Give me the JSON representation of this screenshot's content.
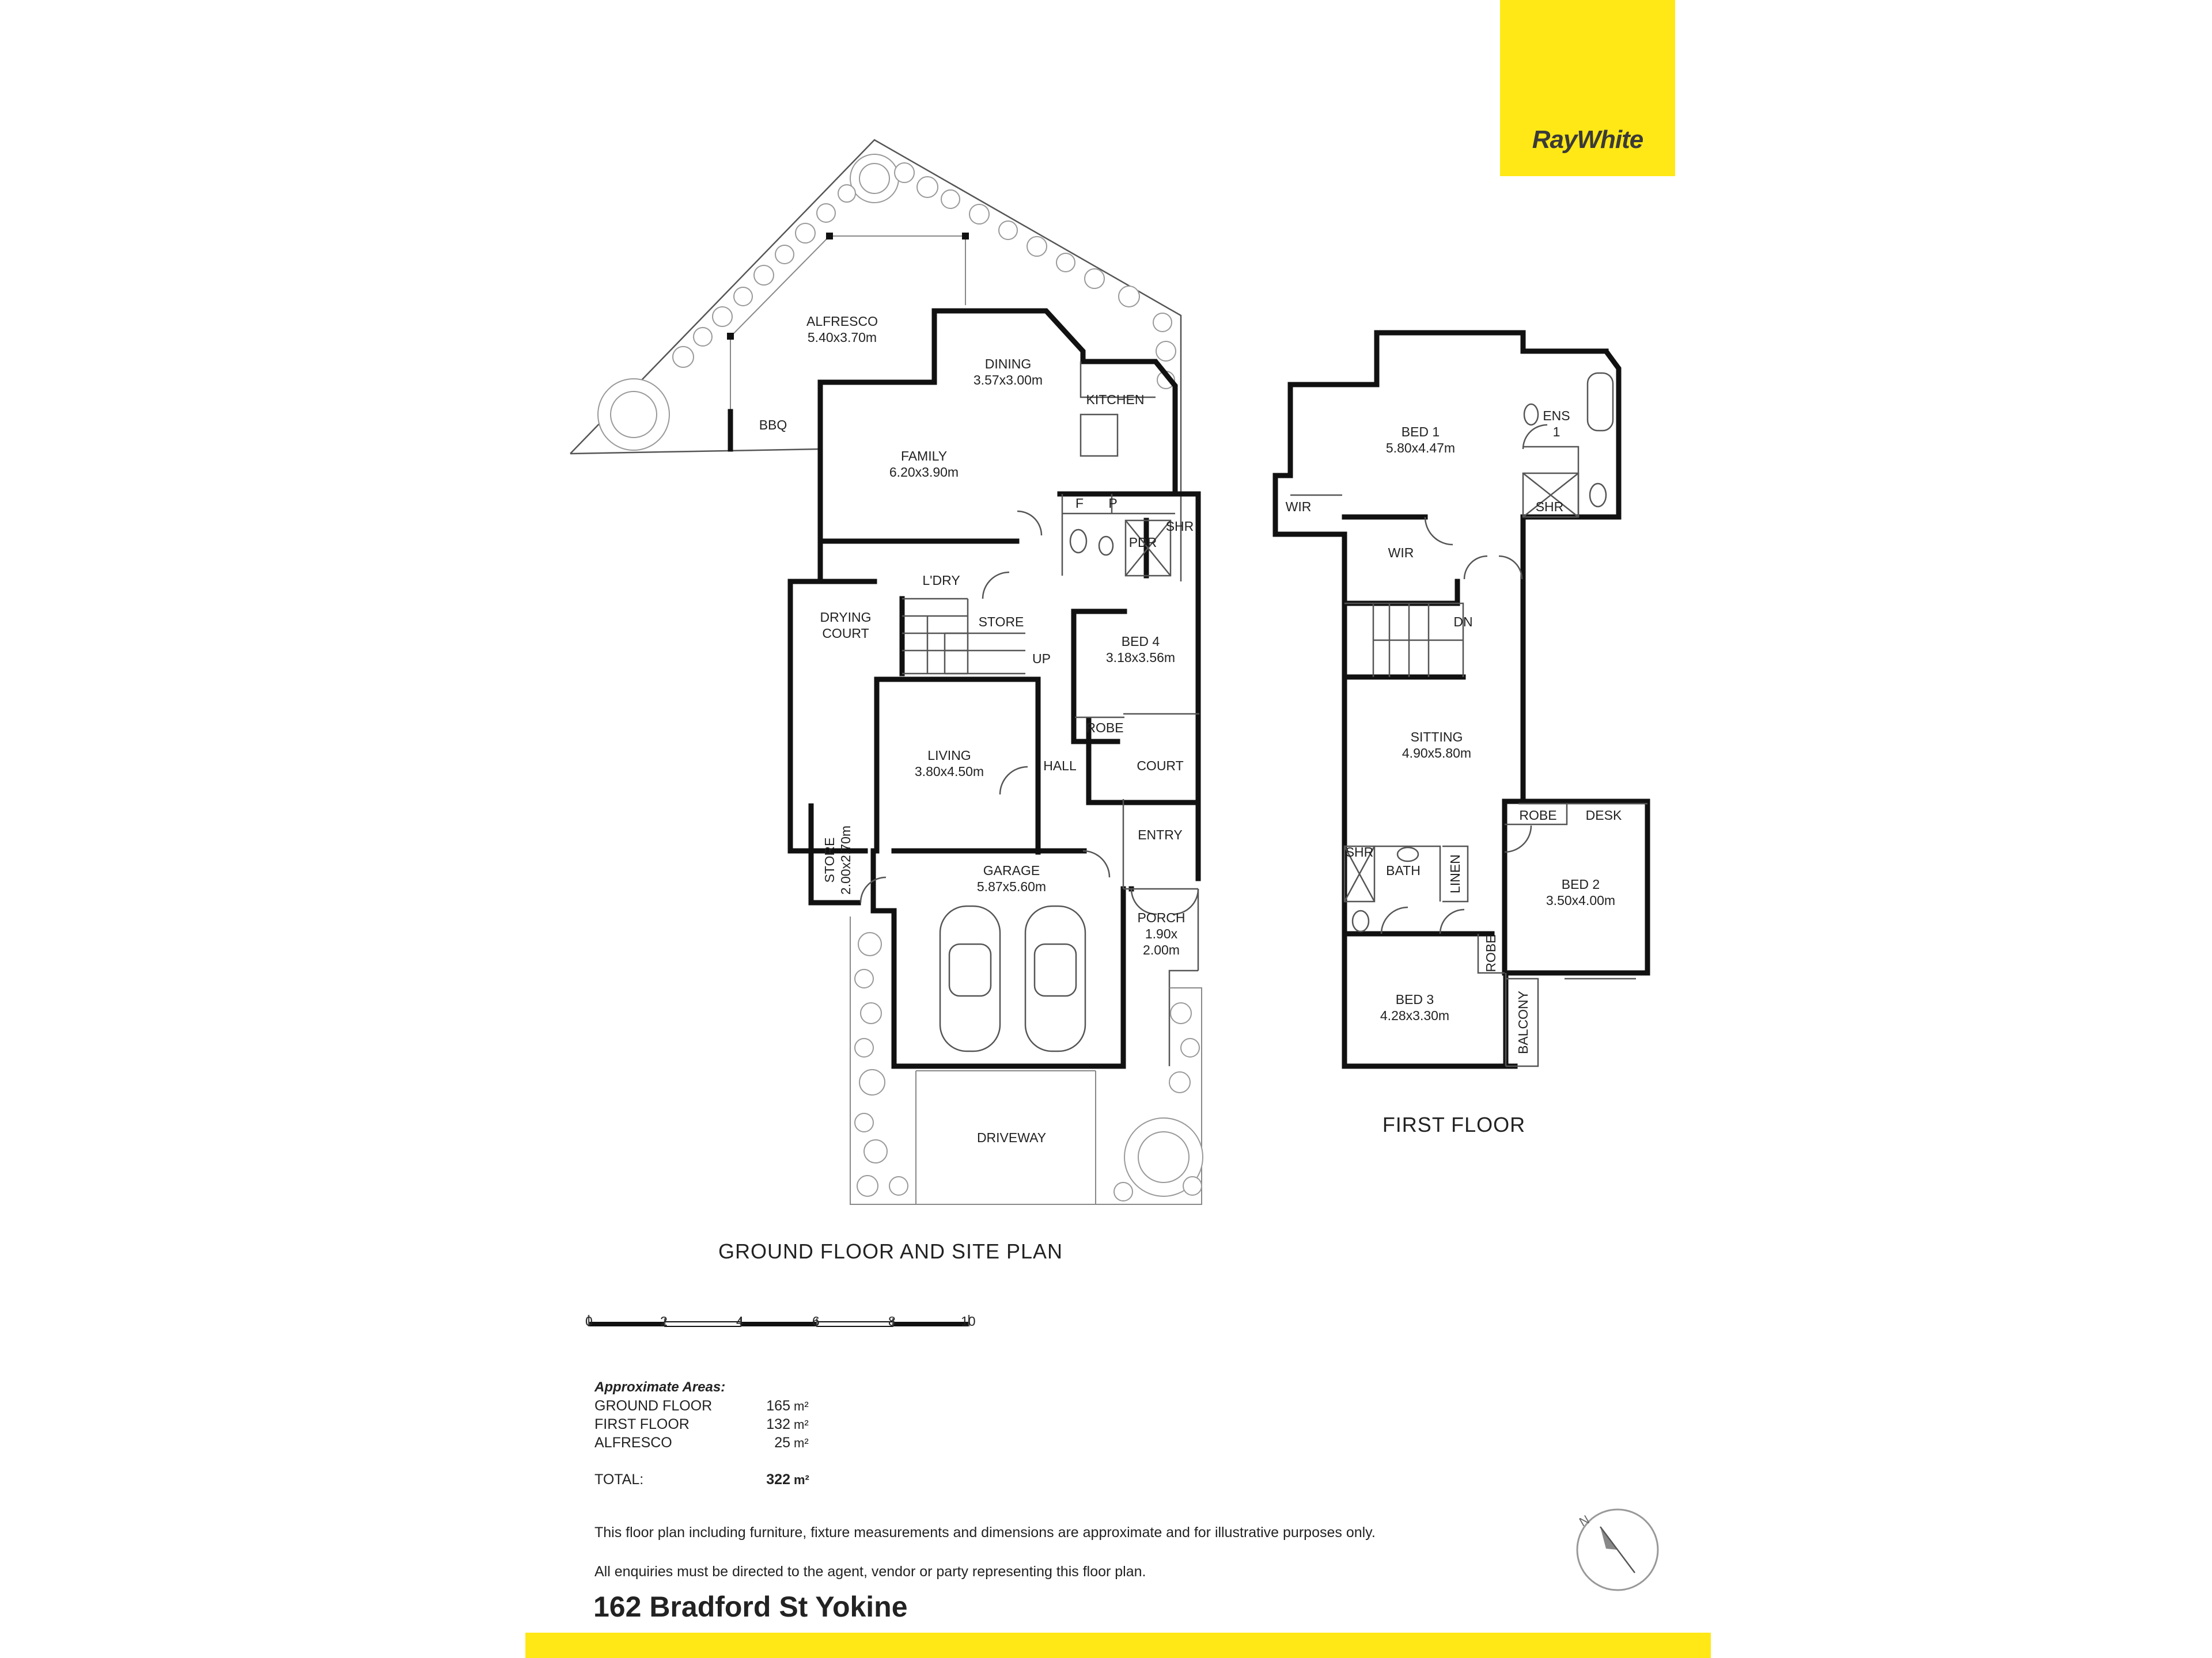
{
  "brand": {
    "logo_text": "RayWhite",
    "accent_color": "#ffe816"
  },
  "plans": {
    "ground_title": "GROUND FLOOR  AND SITE PLAN",
    "first_title": "FIRST FLOOR"
  },
  "ground_rooms": {
    "alfresco": {
      "name": "ALFRESCO",
      "dims": "5.40x3.70m"
    },
    "bbq": "BBQ",
    "dining": {
      "name": "DINING",
      "dims": "3.57x3.00m"
    },
    "kitchen": "KITCHEN",
    "family": {
      "name": "FAMILY",
      "dims": "6.20x3.90m"
    },
    "f": "F",
    "p": "P",
    "pdr": "PDR",
    "shr": "SHR",
    "ldry": "L'DRY",
    "drying_court": {
      "line1": "DRYING",
      "line2": "COURT"
    },
    "store": "STORE",
    "up": "UP",
    "bed4": {
      "name": "BED 4",
      "dims": "3.18x3.56m"
    },
    "robe": "ROBE",
    "living": {
      "name": "LIVING",
      "dims": "3.80x4.50m"
    },
    "hall": "HALL",
    "court": "COURT",
    "entry": "ENTRY",
    "store2": {
      "name": "STORE",
      "dims": "2.00x2.70m"
    },
    "garage": {
      "name": "GARAGE",
      "dims": "5.87x5.60m"
    },
    "porch": {
      "name": "PORCH",
      "dims1": "1.90x",
      "dims2": "2.00m"
    },
    "driveway": "DRIVEWAY"
  },
  "first_rooms": {
    "bed1": {
      "name": "BED 1",
      "dims": "5.80x4.47m"
    },
    "ens": {
      "line1": "ENS",
      "line2": "1"
    },
    "shr": "SHR",
    "wir1": "WIR",
    "wir2": "WIR",
    "dn": "DN",
    "sitting": {
      "name": "SITTING",
      "dims": "4.90x5.80m"
    },
    "robe": "ROBE",
    "desk": "DESK",
    "bed2": {
      "name": "BED 2",
      "dims": "3.50x4.00m"
    },
    "shr2": "SHR",
    "bath": "BATH",
    "linen": "LINEN",
    "robe2": "ROBE",
    "bed3": {
      "name": "BED 3",
      "dims": "4.28x3.30m"
    },
    "balcony": "BALCONY"
  },
  "scale": {
    "ticks": [
      "0",
      "2",
      "4",
      "6",
      "8",
      "10"
    ]
  },
  "areas": {
    "title": "Approximate Areas:",
    "rows": [
      {
        "label": "GROUND FLOOR",
        "value": "165",
        "unit": "m²"
      },
      {
        "label": "FIRST FLOOR",
        "value": "132",
        "unit": "m²"
      },
      {
        "label": "ALFRESCO",
        "value": "25",
        "unit": "m²"
      }
    ],
    "total": {
      "label": "TOTAL:",
      "value": "322",
      "unit": "m²"
    }
  },
  "compass": {
    "north_label": "N"
  },
  "disclaimer": {
    "line1": "This floor plan including furniture, fixture measurements and dimensions are approximate and for illustrative purposes only.",
    "line2": "All enquiries must be directed to the agent, vendor or party representing this floor plan."
  },
  "address": "162 Bradford St Yokine"
}
